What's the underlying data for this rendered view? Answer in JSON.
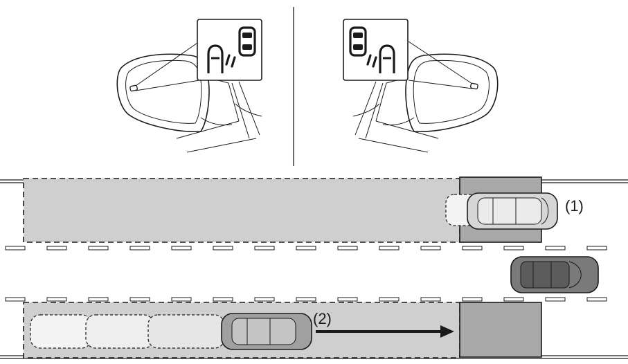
{
  "labels": {
    "zone_1": "(1)",
    "zone_2": "(2)"
  },
  "icons": {
    "left_mirror_indicator": "blind-spot-warning-icon-left",
    "right_mirror_indicator": "blind-spot-warning-icon-right"
  },
  "colors": {
    "detection_zone": "#cfcfcf",
    "detection_zone_dark": "#9e9e9e",
    "outline": "#1a1a1a",
    "vehicle_light": "#f2f2f2",
    "vehicle_dark": "#7a7a7a"
  }
}
